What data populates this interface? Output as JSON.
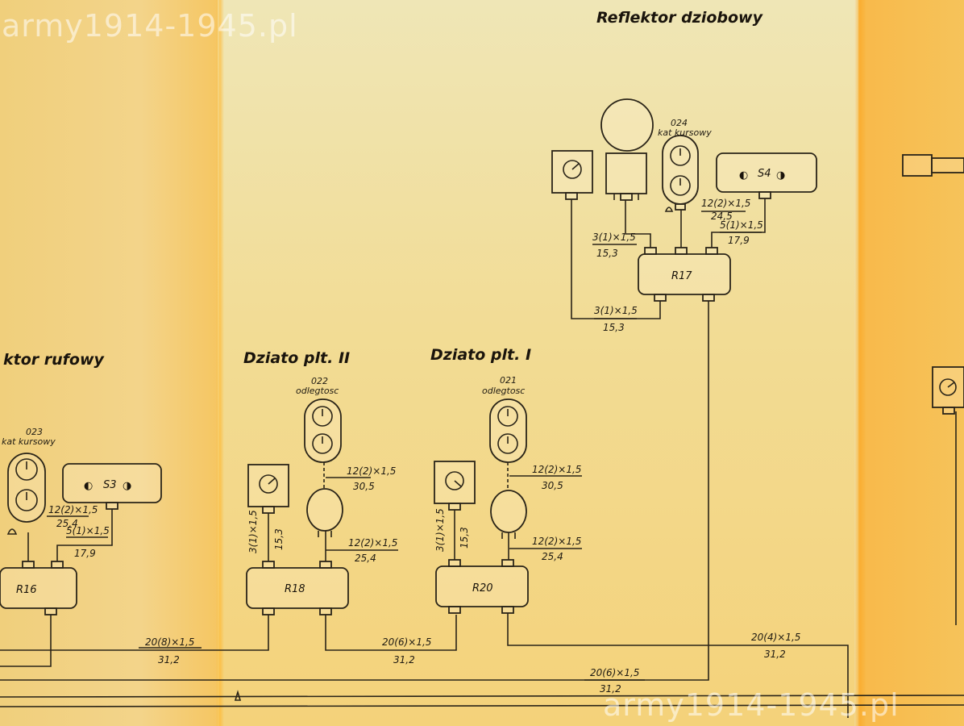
{
  "watermark": {
    "top": "army1914-1945.pl",
    "bottom": "army1914-1945.pl"
  },
  "headings": {
    "reflektor_dziobowy": "Reflektor dziobowy",
    "reflektor_rufowy": "ktor rufowy",
    "dzialo_2": "Dziato plt. II",
    "dzialo_1": "Dziato plt. I"
  },
  "indicators": {
    "i024": {
      "code": "024",
      "label": "kat kursowy"
    },
    "i023": {
      "code": "023",
      "label": "kat kursowy"
    },
    "i022": {
      "code": "022",
      "label": "odlegtosc"
    },
    "i021": {
      "code": "021",
      "label": "odlegtosc"
    }
  },
  "switches": {
    "s4": "S4",
    "s3": "S3"
  },
  "junction_boxes": {
    "r17": "R17",
    "r16": "R16",
    "r18": "R18",
    "r20": "R20"
  },
  "cables": {
    "r17_top_right_a": {
      "spec": "12(2)×1,5",
      "len": "24,5"
    },
    "r17_top_right_b": {
      "spec": "5(1)×1,5",
      "len": "17,9"
    },
    "r17_left": {
      "spec": "3(1)×1,5",
      "len": "15,3"
    },
    "r17_bottom": {
      "spec": "3(1)×1,5",
      "len": "15,3"
    },
    "r16_a": {
      "spec": "12(2)×1,5",
      "len": "25,4"
    },
    "r16_b": {
      "spec": "5(1)×1,5",
      "len": "17,9"
    },
    "r18_top": {
      "spec": "12(2)×1,5",
      "len": "30,5"
    },
    "r18_mid": {
      "spec": "12(2)×1,5",
      "len": "25,4"
    },
    "r18_vert": {
      "spec": "3(1)×1,5",
      "len": "15,3"
    },
    "r20_top": {
      "spec": "12(2)×1,5",
      "len": "30,5"
    },
    "r20_mid": {
      "spec": "12(2)×1,5",
      "len": "25,4"
    },
    "r20_vert": {
      "spec": "3(1)×1,5",
      "len": "15,3"
    },
    "bus_r16": {
      "spec": "20(8)×1,5",
      "len": "31,2"
    },
    "bus_r18_r20": {
      "spec": "20(6)×1,5",
      "len": "31,2"
    },
    "bus_r20_right": {
      "spec": "20(4)×1,5",
      "len": "31,2"
    },
    "bus_r17": {
      "spec": "20(6)×1,5",
      "len": "31,2"
    }
  }
}
